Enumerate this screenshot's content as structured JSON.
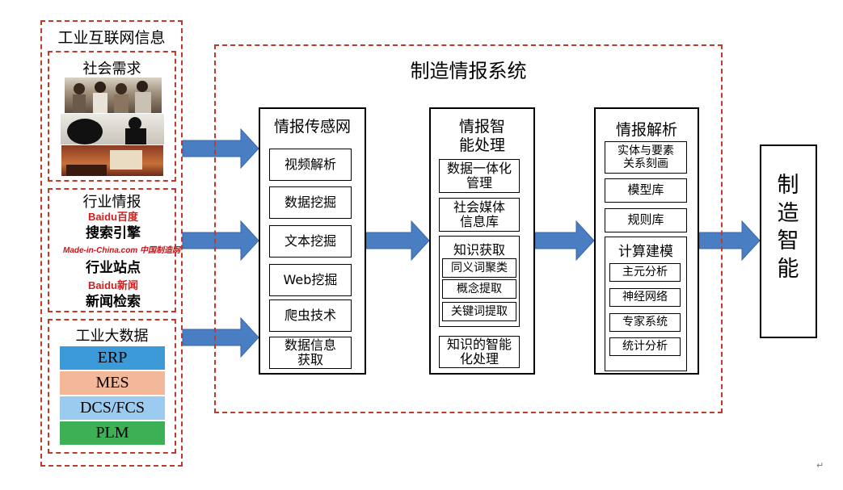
{
  "colors": {
    "dash": "#c0392b",
    "arrow": "#4a7ec2",
    "arrow_stroke": "#3a66a8",
    "erp": "#3d9ad8",
    "mes": "#f3b89a",
    "dcs": "#9ccbf0",
    "plm": "#3db056"
  },
  "left": {
    "title": "工业互联网信息",
    "social": {
      "title": "社会需求",
      "images": [
        "crowd-photo",
        "silhouette-photo",
        "office-photo"
      ]
    },
    "industry": {
      "title": "行业情报",
      "logos": [
        {
          "brand": "Baidu百度",
          "caption": "搜索引擎"
        },
        {
          "brand": "Made-in-China.com 中国制造网",
          "caption": "行业站点"
        },
        {
          "brand": "Baidu新闻",
          "caption": "新闻检索"
        }
      ]
    },
    "bigdata": {
      "title": "工业大数据",
      "items": [
        "ERP",
        "MES",
        "DCS/FCS",
        "PLM"
      ]
    }
  },
  "system": {
    "title": "制造情报系统",
    "sensing": {
      "title": "情报传感网",
      "items": [
        "视频解析",
        "数据挖掘",
        "文本挖掘",
        "Web挖掘",
        "爬虫技术",
        "数据信息获取"
      ]
    },
    "processing": {
      "title": "情报智能处理",
      "items": [
        "数据一体化管理",
        "社会媒体信息库"
      ],
      "knowledge": {
        "title": "知识获取",
        "items": [
          "同义词聚类",
          "概念提取",
          "关键词提取"
        ]
      },
      "bottom": "知识的智能化处理"
    },
    "analysis": {
      "title": "情报解析",
      "items": [
        "实体与要素关系刻画",
        "模型库",
        "规则库"
      ],
      "compute": {
        "title": "计算建模",
        "items": [
          "主元分析",
          "神经网络",
          "专家系统",
          "统计分析"
        ]
      }
    }
  },
  "output": {
    "title": "制造智能"
  },
  "footer_mark": "↵"
}
